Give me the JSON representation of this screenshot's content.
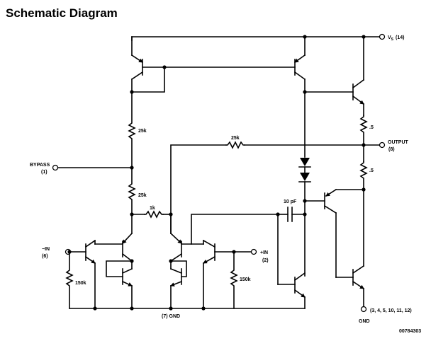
{
  "title": "Schematic Diagram",
  "labels": {
    "vs_pin": "(14)",
    "output": "OUTPUT",
    "output_pin": "(8)",
    "bypass": "BYPASS",
    "bypass_pin": "(1)",
    "neg_in": "−IN",
    "neg_in_pin": "(6)",
    "pos_in": "+IN",
    "pos_in_pin": "(2)",
    "gnd_bottom": "(7)  GND",
    "gnd_pins": "(3, 4, 5, 10, 11, 12)",
    "gnd_right": "GND",
    "part_code": "00784303"
  },
  "components": {
    "r_feedback": "25k",
    "r_upper": "25k",
    "r_lower": "25k",
    "r_1k": "1k",
    "r_150k_left": "150k",
    "r_150k_right": "150k",
    "r_out_top": ".5",
    "r_out_bot": ".5",
    "cap": "10 pF"
  }
}
